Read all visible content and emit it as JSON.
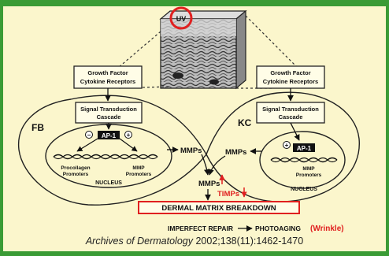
{
  "uv": "UV",
  "fb": {
    "label": "FB",
    "receptors_line1": "Growth Factor",
    "receptors_line2": "Cytokine Receptors",
    "cascade_line1": "Signal Transduction",
    "cascade_line2": "Cascade",
    "minus": "−",
    "plus": "+",
    "ap1": "AP-1",
    "procollagen_line1": "Procollagen",
    "procollagen_line2": "Promoters",
    "mmp_prom_line1": "MMP",
    "mmp_prom_line2": "Promoters",
    "nucleus": "NUCLEUS",
    "mmps": "MMPs"
  },
  "kc": {
    "label": "KC",
    "receptors_line1": "Growth Factor",
    "receptors_line2": "Cytokine Receptors",
    "cascade_line1": "Signal Transduction",
    "cascade_line2": "Cascade",
    "plus": "+",
    "ap1": "AP-1",
    "mmp_prom_line1": "MMP",
    "mmp_prom_line2": "Promoters",
    "nucleus": "NUCLEUS",
    "mmps": "MMPs"
  },
  "center": {
    "mmps": "MMPs",
    "timps": "TIMPs",
    "breakdown": "DERMAL MATRIX BREAKDOWN",
    "repair": "IMPERFECT REPAIR",
    "photoaging": "PHOTOAGING",
    "wrinkle": "(Wrinkle)"
  },
  "citation": {
    "journal": "Archives of Dermatology",
    "ref": " 2002;138(11):1462-1470"
  },
  "colors": {
    "frame": "#3a9b35",
    "background": "#fbf6cc",
    "highlight": "#e02020"
  }
}
